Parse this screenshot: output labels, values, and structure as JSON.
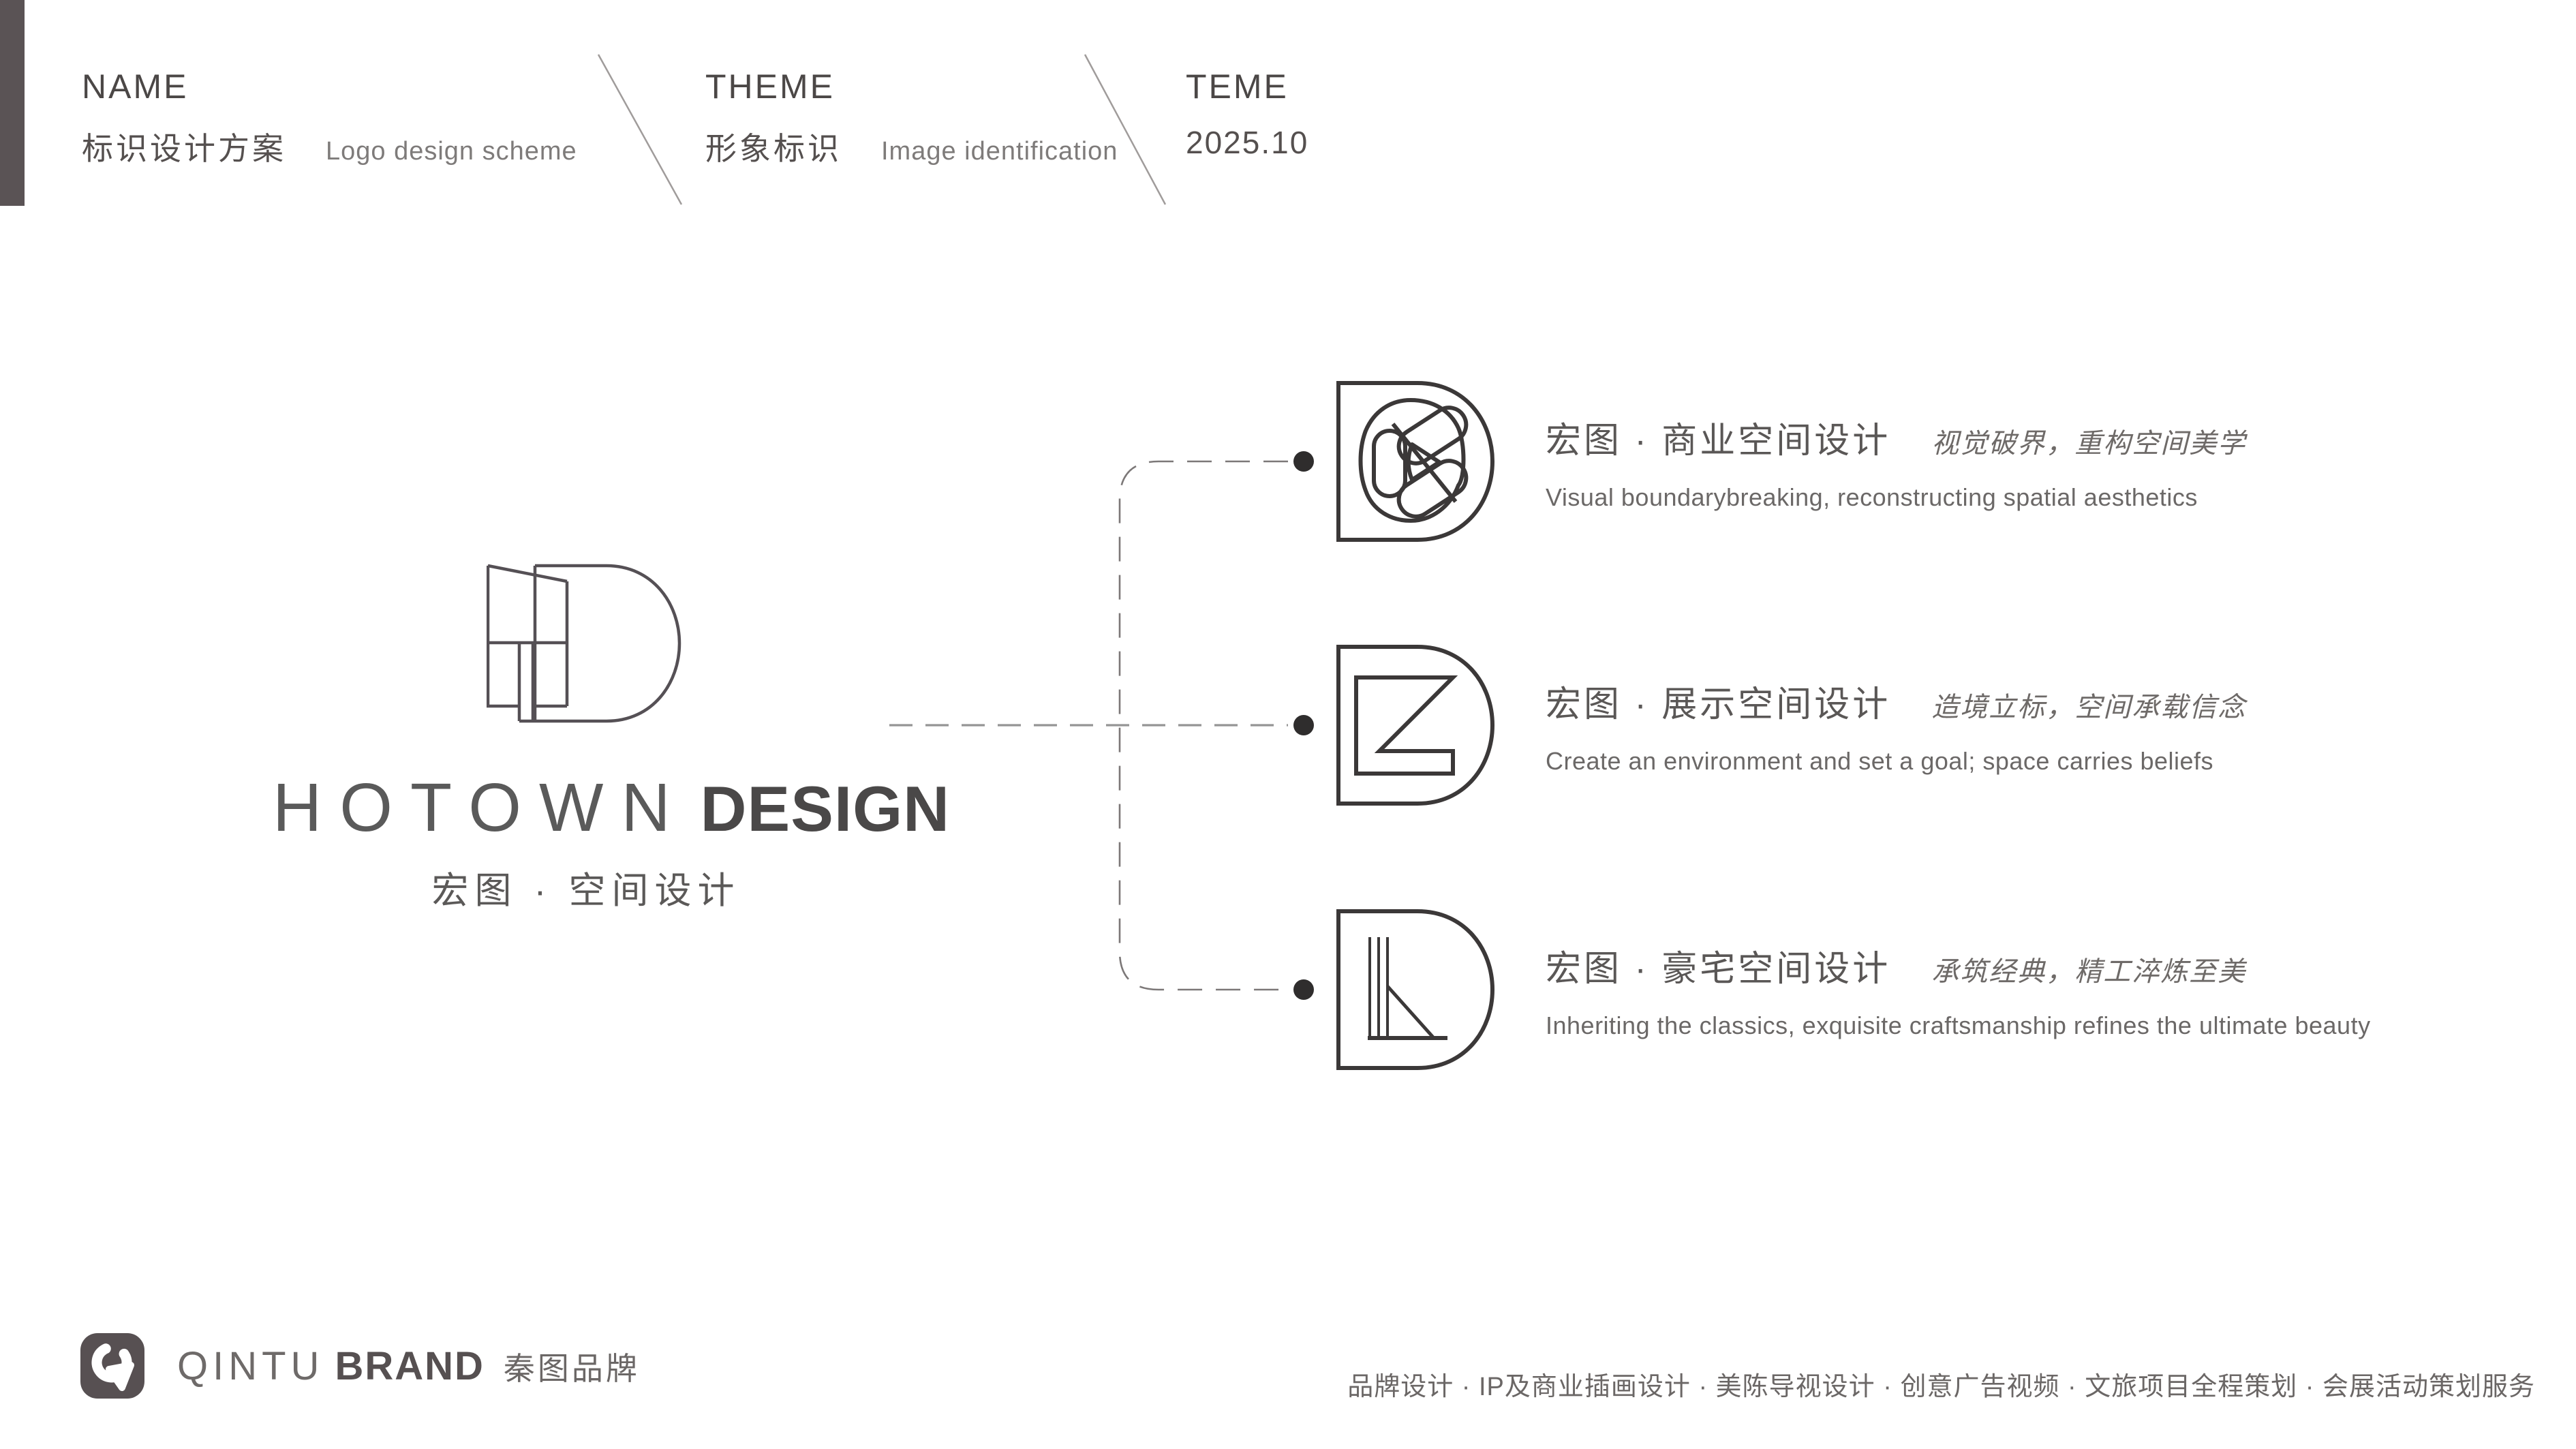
{
  "header": {
    "left_bar_color": "#5a5355",
    "name": {
      "label": "NAME",
      "zh": "标识设计方案",
      "en": "Logo design scheme"
    },
    "theme": {
      "label": "THEME",
      "zh": "形象标识",
      "en": "Image identification"
    },
    "teme": {
      "label": "TEME",
      "value": "2025.10"
    }
  },
  "logo": {
    "wordmark_light": "HOTOWN",
    "wordmark_bold": "DESIGN",
    "tagline_zh": "宏图 · 空间设计"
  },
  "items": [
    {
      "icon": "d-knot-mark",
      "title": "宏图 · 商业空间设计",
      "slogan_zh": "视觉破界，重构空间美学",
      "slogan_en": "Visual boundarybreaking, reconstructing spatial aesthetics"
    },
    {
      "icon": "d-z-mark",
      "title": "宏图 · 展示空间设计",
      "slogan_zh": "造境立标，空间承载信念",
      "slogan_en": "Create an environment and set a goal; space carries beliefs"
    },
    {
      "icon": "d-easel-mark",
      "title": "宏图 · 豪宅空间设计",
      "slogan_zh": "承筑经典，精工淬炼至美",
      "slogan_en": "Inheriting the classics, exquisite craftsmanship refines the ultimate beauty"
    }
  ],
  "footer": {
    "brand_light": "QINTU",
    "brand_bold": "BRAND",
    "brand_zh": "秦图品牌",
    "logo_color": "#575052",
    "services": "品牌设计 · IP及商业插画设计 · 美陈导视设计 · 创意广告视频 · 文旅项目全程策划 · 会展活动策划服务"
  },
  "colors": {
    "accent_dark": "#2f2d2d",
    "line_gray": "#959595",
    "stroke_gray": "#3b3838",
    "text_dark": "#4b4746",
    "text_mid": "#5a5756",
    "text_light": "#7e7b7a"
  }
}
